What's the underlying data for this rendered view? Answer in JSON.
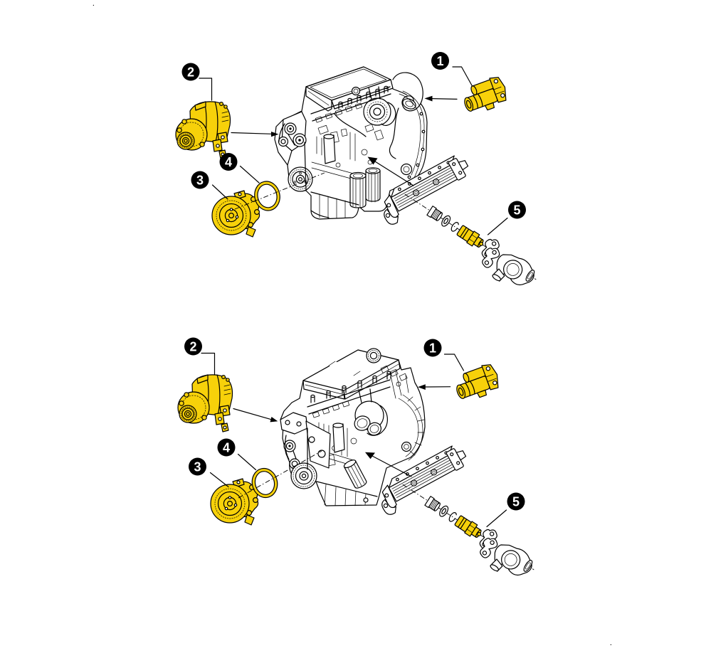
{
  "document": {
    "background": "#ffffff",
    "kind": "exploded-parts-diagram",
    "description": "Two engine illustrations with numbered service parts highlighted"
  },
  "colors": {
    "highlight": "#F7D10A",
    "line": "#000000",
    "callout_fill": "#000000",
    "callout_text": "#ffffff"
  },
  "parts": [
    {
      "number": "1",
      "part": "starter-motor"
    },
    {
      "number": "2",
      "part": "alternator"
    },
    {
      "number": "3",
      "part": "water-pump"
    },
    {
      "number": "4",
      "part": "o-ring"
    },
    {
      "number": "5",
      "part": "sensor"
    }
  ],
  "figures": [
    {
      "name": "top-diagram",
      "callouts": [
        {
          "label": "1"
        },
        {
          "label": "2"
        },
        {
          "label": "3"
        },
        {
          "label": "4"
        },
        {
          "label": "5"
        }
      ]
    },
    {
      "name": "bottom-diagram",
      "callouts": [
        {
          "label": "1"
        },
        {
          "label": "2"
        },
        {
          "label": "3"
        },
        {
          "label": "4"
        },
        {
          "label": "5"
        }
      ]
    }
  ],
  "marks": {
    "top_dot": ".",
    "bottom_dot": "."
  }
}
